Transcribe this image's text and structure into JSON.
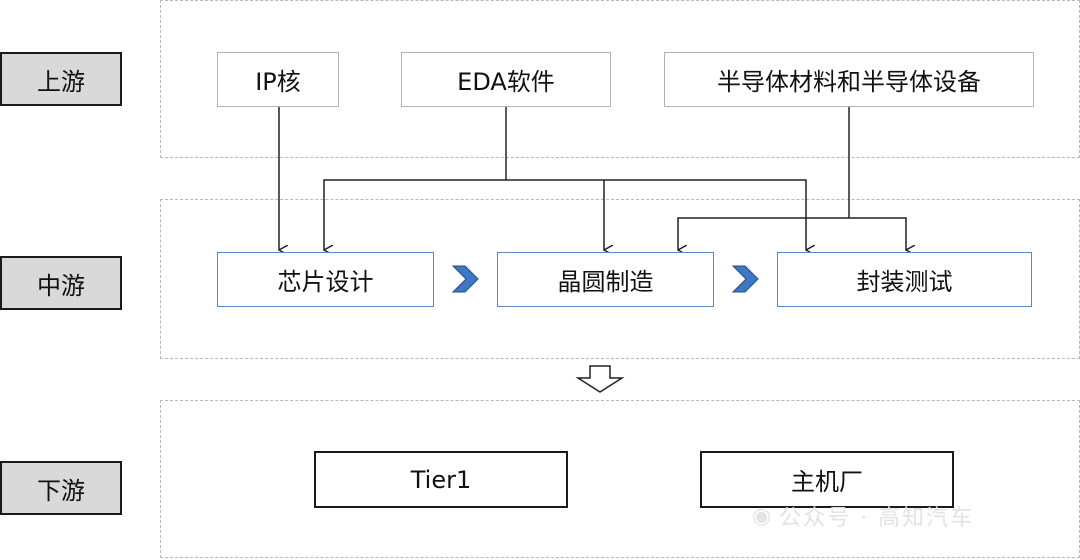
{
  "stages": {
    "upstream": "上游",
    "midstream": "中游",
    "downstream": "下游"
  },
  "upstream": {
    "ip": "IP核",
    "eda": "EDA软件",
    "materials": "半导体材料和半导体设备"
  },
  "midstream": {
    "design": "芯片设计",
    "fab": "晶圆制造",
    "packaging": "封装测试"
  },
  "downstream": {
    "tier1": "Tier1",
    "oem": "主机厂"
  },
  "watermark": "公众号 · 高知汽车",
  "colors": {
    "mid_border": "#5b87c8",
    "chevron": "#3d78c4",
    "stage_fill": "#d9d9d9"
  }
}
